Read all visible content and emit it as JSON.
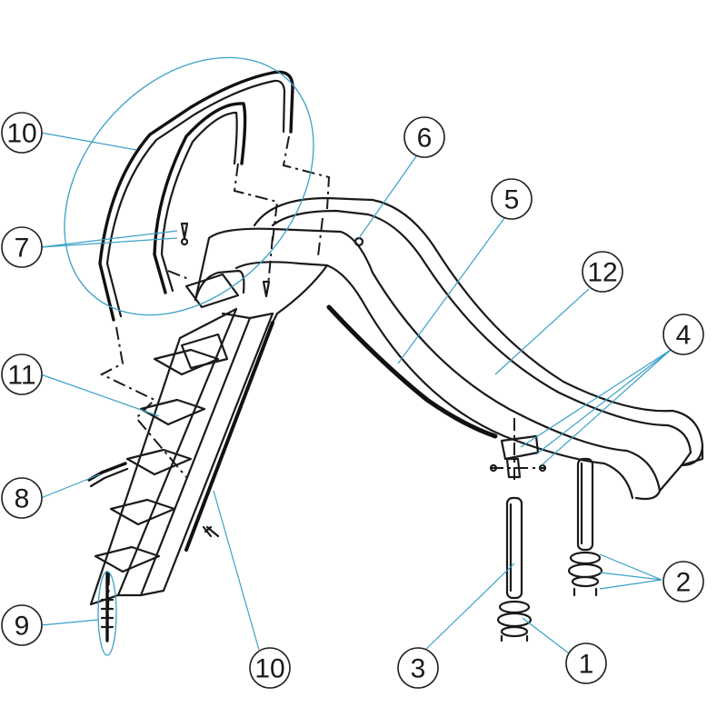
{
  "colors": {
    "line": "#1a1a1a",
    "leader": "#3aa0c8",
    "background": "#ffffff"
  },
  "callouts": [
    {
      "id": "c10a",
      "label": "10"
    },
    {
      "id": "c7",
      "label": "7"
    },
    {
      "id": "c11",
      "label": "11"
    },
    {
      "id": "c8",
      "label": "8"
    },
    {
      "id": "c9",
      "label": "9"
    },
    {
      "id": "c10b",
      "label": "10"
    },
    {
      "id": "c6",
      "label": "6"
    },
    {
      "id": "c5",
      "label": "5"
    },
    {
      "id": "c12",
      "label": "12"
    },
    {
      "id": "c4",
      "label": "4"
    },
    {
      "id": "c2",
      "label": "2"
    },
    {
      "id": "c3",
      "label": "3"
    },
    {
      "id": "c1",
      "label": "1"
    }
  ]
}
